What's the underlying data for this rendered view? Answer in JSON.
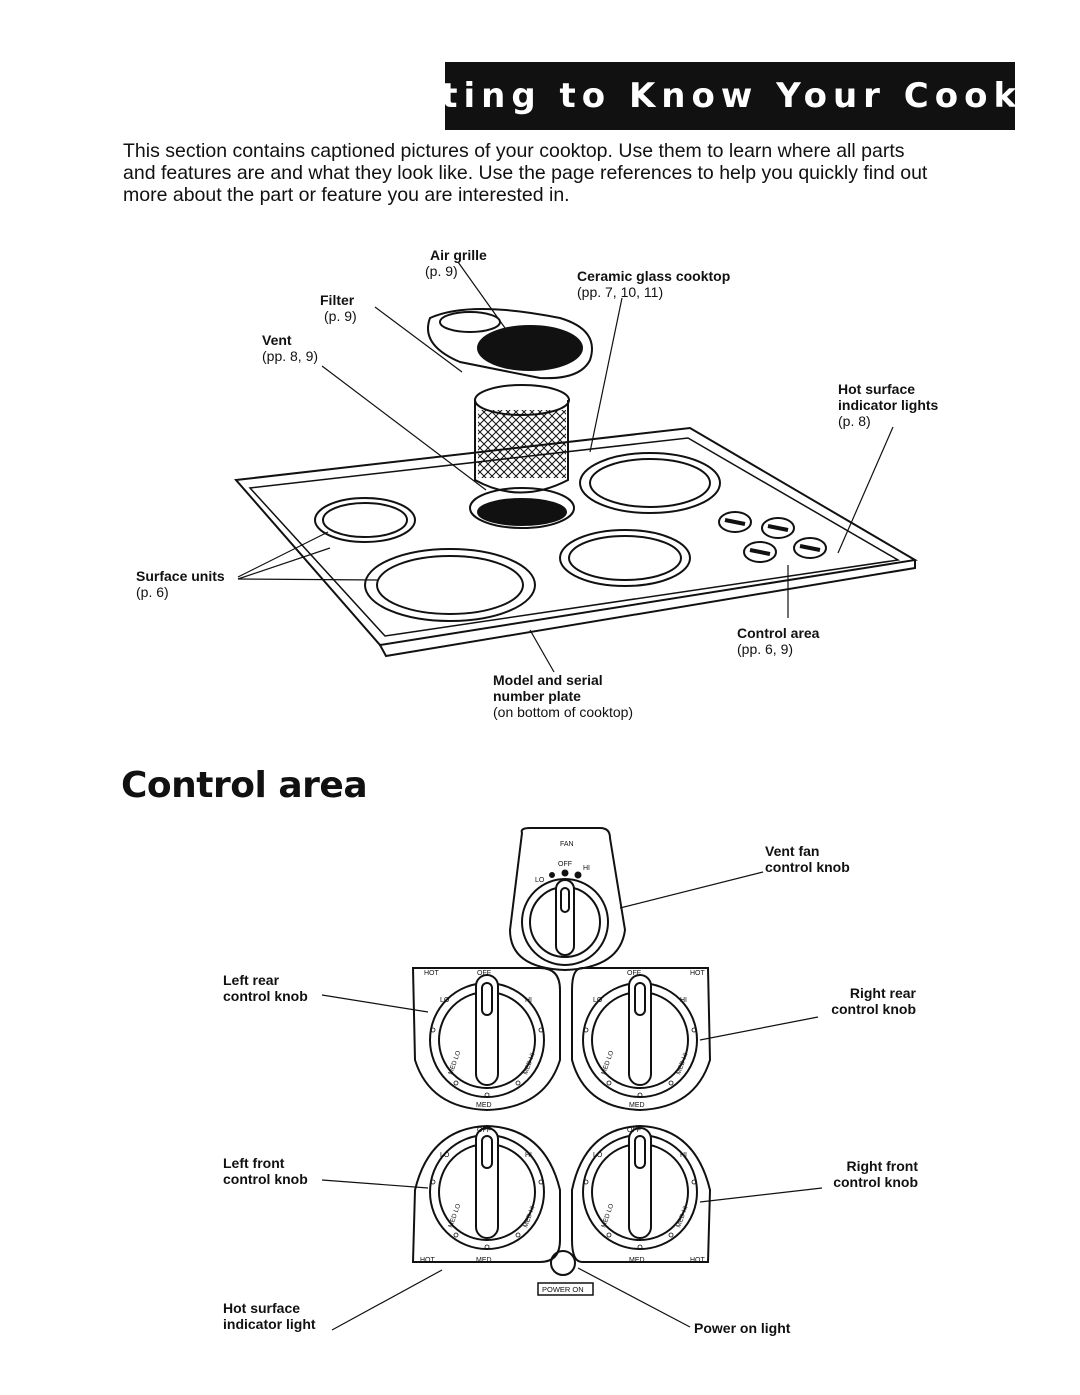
{
  "banner": {
    "title": "Getting to Know Your Cooktop"
  },
  "intro": {
    "lines": [
      "This section contains captioned pictures of your cooktop. Use them to learn where all parts",
      "and features are and what they look like. Use the page references to help you quickly find out",
      "more about the part or feature you are interested in."
    ]
  },
  "cooktop_callouts": {
    "air_grille": {
      "label": "Air grille",
      "ref": "(p. 9)"
    },
    "filter": {
      "label": "Filter",
      "ref": "(p. 9)"
    },
    "vent": {
      "label": "Vent",
      "ref": "(pp. 8, 9)"
    },
    "ceramic": {
      "label": "Ceramic glass cooktop",
      "ref": "(pp. 7, 10, 11)"
    },
    "hot_surface_lights": {
      "label_1": "Hot surface",
      "label_2": "indicator lights",
      "ref": "(p. 8)"
    },
    "surface_units": {
      "label": "Surface units",
      "ref": "(p. 6)"
    },
    "control_area": {
      "label": "Control area",
      "ref": "(pp. 6, 9)"
    },
    "model_plate": {
      "label_1": "Model and serial",
      "label_2": "number plate",
      "ref": "(on bottom of cooktop)"
    }
  },
  "control_section": {
    "heading": "Control area",
    "callouts": {
      "vent_fan": {
        "label_1": "Vent fan",
        "label_2": "control knob"
      },
      "left_rear": {
        "label_1": "Left rear",
        "label_2": "control knob"
      },
      "right_rear": {
        "label_1": "Right rear",
        "label_2": "control knob"
      },
      "left_front": {
        "label_1": "Left front",
        "label_2": "control knob"
      },
      "right_front": {
        "label_1": "Right front",
        "label_2": "control knob"
      },
      "hot_surface": {
        "label_1": "Hot surface",
        "label_2": "indicator light"
      },
      "power_on": {
        "label": "Power on light"
      }
    },
    "dial_text": {
      "fan": "FAN",
      "off": "OFF",
      "hi": "HI",
      "lo": "LO",
      "hot": "HOT",
      "med": "MED",
      "med_lo": "MED LO",
      "med_hi": "MED HI",
      "power_on": "POWER ON"
    }
  }
}
